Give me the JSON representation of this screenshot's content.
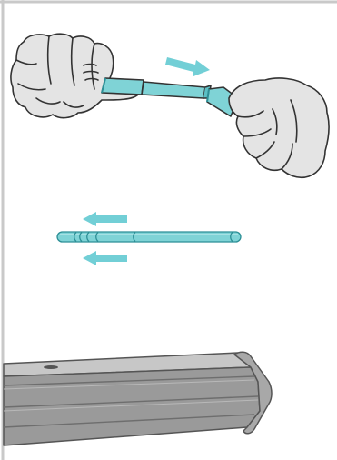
{
  "colors": {
    "border": "#c9c9c9",
    "hand_fill": "#e4e4e4",
    "outline": "#333333",
    "rod_fill": "#7fd3d6",
    "rod_dark": "#2c8f96",
    "arrow": "#72cfd6",
    "bar_top": "#c7c7c7",
    "bar_body": "#9a9a9a",
    "bar_face": "#a8a8a8",
    "bar_edge": "#555555"
  },
  "icons": {
    "hands": "hands-pulling-rod-apart-illustration",
    "arrow_right": "arrow-right-icon",
    "arrow_left": "arrow-left-icon",
    "rod": "telescoping-rod-illustration",
    "bar": "extrusion-bar-illustration"
  }
}
